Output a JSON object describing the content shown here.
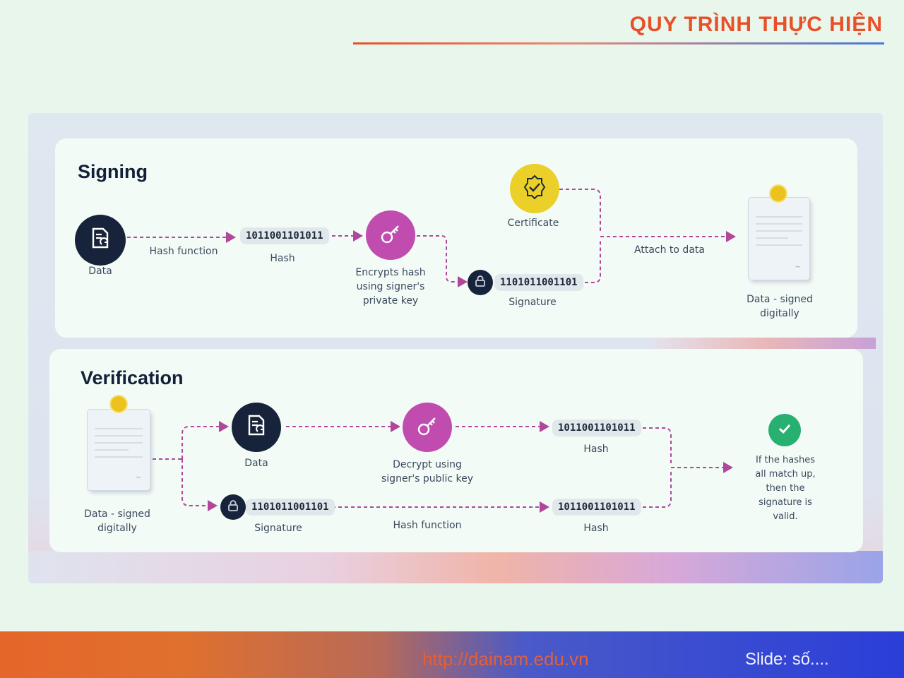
{
  "slide": {
    "title": "QUY TRÌNH THỰC HIỆN",
    "footer_url": "http://dainam.edu.vn",
    "footer_slide": "Slide: số...."
  },
  "colors": {
    "title": "#e8502a",
    "node_dark": "#17233a",
    "node_key": "#c04cb0",
    "certificate": "#ecd02a",
    "valid": "#28b070",
    "connector": "#b0479a"
  },
  "signing": {
    "heading": "Signing",
    "data_icon": "document-sync-icon",
    "data_label": "Data",
    "hash_function_label": "Hash function",
    "hash_value": "1011001101011",
    "hash_label": "Hash",
    "key_icon": "key-icon",
    "encrypt_label": [
      "Encrypts hash",
      "using signer's",
      "private key"
    ],
    "signature_value": "1101011001101",
    "signature_label": "Signature",
    "lock_icon": "lock-icon",
    "certificate_icon": "certificate-badge-icon",
    "certificate_label": "Certificate",
    "attach_label": "Attach to data",
    "signed_doc_icon": "signed-document-icon",
    "signed_label": [
      "Data - signed",
      "digitally"
    ]
  },
  "verification": {
    "heading": "Verification",
    "signed_doc_icon": "signed-document-icon",
    "signed_label": [
      "Data - signed",
      "digitally"
    ],
    "data_icon": "document-sync-icon",
    "data_label": "Data",
    "key_icon": "key-icon",
    "decrypt_label": [
      "Decrypt using",
      "signer's public key"
    ],
    "hash_top_value": "1011001101011",
    "hash_top_label": "Hash",
    "signature_value": "1101011001101",
    "signature_label": "Signature",
    "lock_icon": "lock-icon",
    "hash_function_label": "Hash function",
    "hash_bottom_value": "1011001101011",
    "hash_bottom_label": "Hash",
    "valid_icon": "check-circle-icon",
    "result_label": [
      "If the hashes",
      "all match up,",
      "then the",
      "signature is",
      "valid."
    ]
  }
}
